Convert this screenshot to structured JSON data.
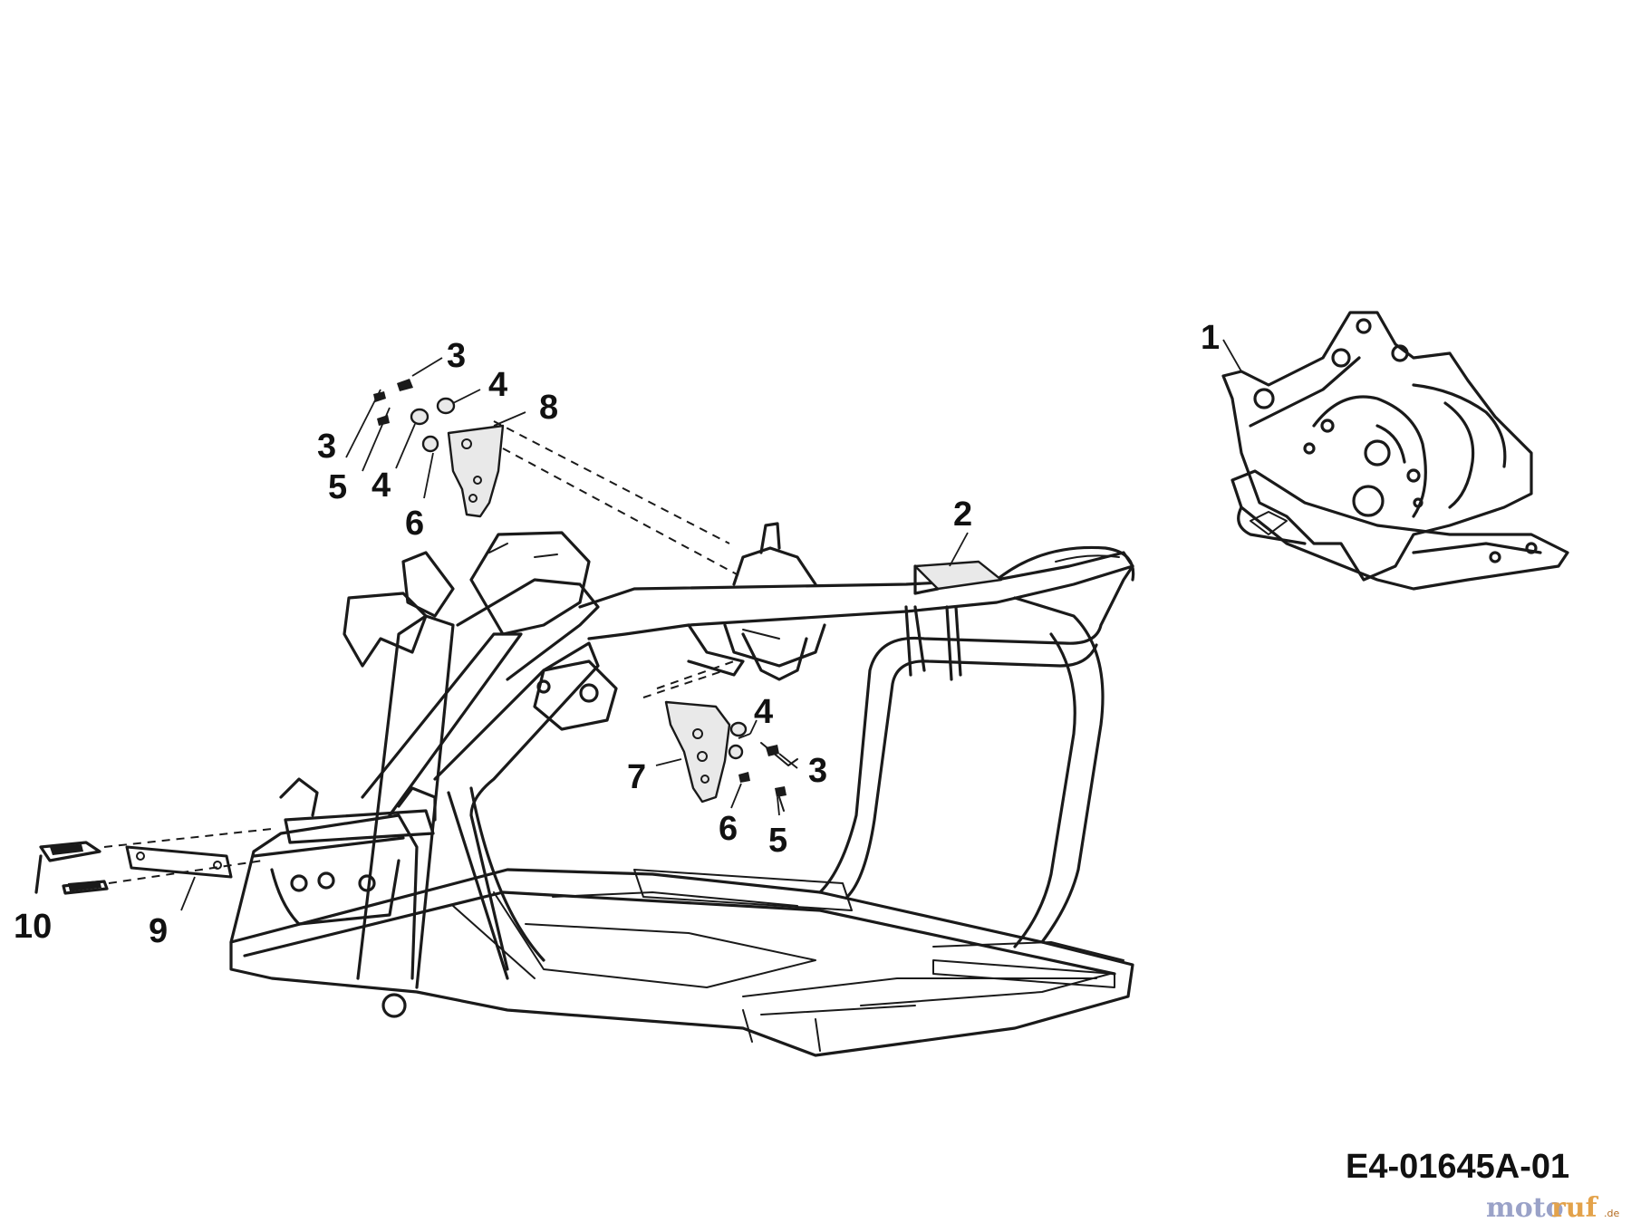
{
  "diagram": {
    "reference": "E4-01645A-01",
    "callouts": {
      "c1": "1",
      "c2": "2",
      "c3a": "3",
      "c3b": "3",
      "c3c": "3",
      "c4a": "4",
      "c4b": "4",
      "c4c": "4",
      "c5a": "5",
      "c5b": "5",
      "c6a": "6",
      "c6b": "6",
      "c7": "7",
      "c8": "8",
      "c9": "9",
      "c10": "10"
    }
  },
  "watermark": {
    "part1": "moto",
    "part2": "ruf",
    "part3": ".de"
  }
}
